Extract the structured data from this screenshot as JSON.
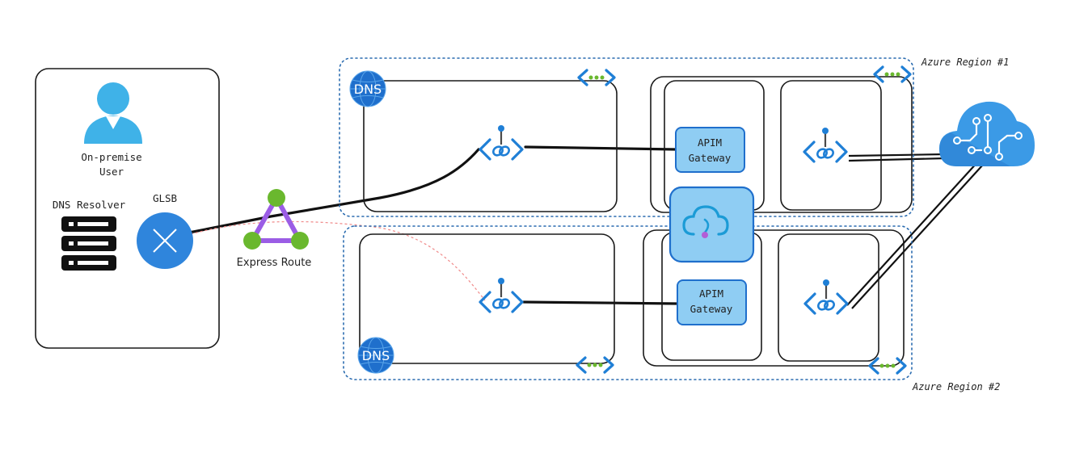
{
  "user": {
    "label_line1": "On-premise",
    "label_line2": "User"
  },
  "dns_resolver": {
    "label": "DNS Resolver"
  },
  "glsb": {
    "label": "GLSB"
  },
  "express_route": {
    "label": "Express Route"
  },
  "region1": {
    "label": "Azure Region #1",
    "dns_label": "DNS"
  },
  "region2": {
    "label": "Azure Region #2",
    "dns_label": "DNS"
  },
  "apim1": {
    "line1": "APIM",
    "line2": "Gateway"
  },
  "apim2": {
    "line1": "APIM",
    "line2": "Gateway"
  },
  "colors": {
    "azure_blue": "#1f7fd6",
    "azure_light": "#7cc7f5",
    "apim_fill": "#8fcdf3",
    "express_route_purple": "#9b5de5",
    "express_route_green": "#6ab82e",
    "connection_dashed": "#f08a8a",
    "region_border": "#2b6cb0"
  },
  "icons": {
    "user": "user-icon",
    "dns_resolver": "server-icon",
    "glsb": "load-balancer-icon",
    "express_route": "express-route-icon",
    "dns": "dns-zone-icon",
    "private_endpoint": "private-endpoint-icon",
    "vnet": "virtual-network-icon",
    "apim": "api-management-icon",
    "backend": "cognitive-services-cloud-icon"
  }
}
